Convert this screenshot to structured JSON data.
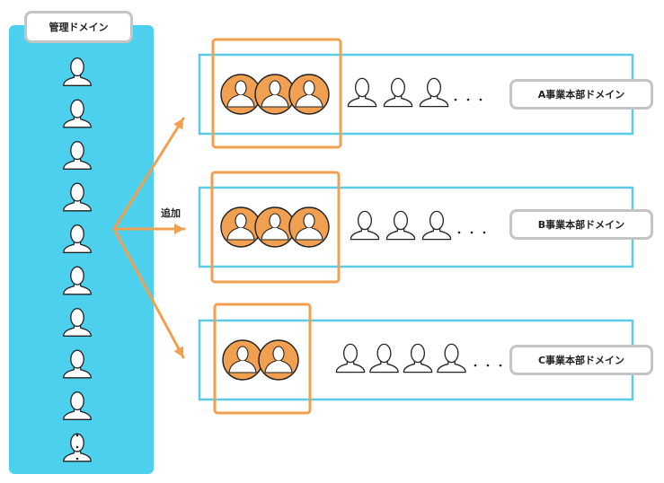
{
  "admin": {
    "title": "管理ドメイン",
    "user_count": 10,
    "colors": {
      "panel": "#4dd0ee"
    }
  },
  "action_label": "追加",
  "colors": {
    "domain_border": "#5ccbe6",
    "highlight": "#f0a050",
    "user_fill": "#f0a050",
    "outline": "#222222",
    "label_border": "#c4c4c4"
  },
  "domains": [
    {
      "id": "a",
      "label": "A事業本部ドメイン",
      "selected_users": 3,
      "other_users": 3,
      "ellipsis": "・・・"
    },
    {
      "id": "b",
      "label": "B事業本部ドメイン",
      "selected_users": 3,
      "other_users": 3,
      "ellipsis": "・・・"
    },
    {
      "id": "c",
      "label": "C事業本部ドメイン",
      "selected_users": 2,
      "other_users": 4,
      "ellipsis": "・・・"
    }
  ],
  "icons": {
    "user": "user-outline-icon",
    "selected_user": "user-circle-icon",
    "arrow": "arrow-icon"
  }
}
